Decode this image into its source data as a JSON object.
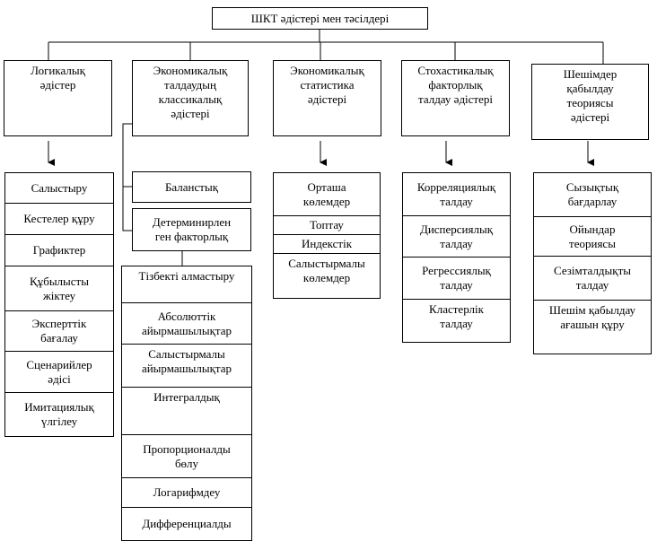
{
  "title": "ШКТ әдістері мен тәсілдері",
  "categories": {
    "logical": "Логикалық\nәдістер",
    "classical": "Экономикалық\nталдаудың\nклассикалық\nәдістері",
    "statistics": "Экономикалық\nстатистика\nәдістері",
    "stochastic": "Стохастикалық\nфакторлық\nталдау әдістері",
    "decision": "Шешімдер\nқабылдау\nтеориясы\nәдістері"
  },
  "logical_items": [
    "Салыстыру",
    "Кестелер құру",
    "Графиктер",
    "Құбылысты\nжіктеу",
    "Эксперттік\nбағалау",
    "Сценарийлер\nәдісі",
    "Имитациялық\nүлгілеу"
  ],
  "classical_sub": {
    "balance": "Баланстық",
    "deterministic": "Детерминирлен\nген факторлық"
  },
  "deterministic_items": [
    "Тізбекті алмастыру",
    "Абсолюттік\nайырмашылықтар",
    "Салыстырмалы\nайырмашылықтар",
    "Интегралдық",
    "Пропорционалды\nбөлу",
    "Логарифмдеу",
    "Дифференциалды"
  ],
  "statistics_items": [
    "Орташа\nкөлемдер",
    "Топтау",
    "Индекстік",
    "Салыстырмалы\nкөлемдер"
  ],
  "stochastic_items": [
    "Корреляциялық\nталдау",
    "Дисперсиялық\nталдау",
    "Регрессиялық\nталдау",
    "Кластерлік\nталдау"
  ],
  "decision_items": [
    "Сызықтық\nбағдарлау",
    "Ойындар\nтеориясы",
    "Сезімталдықты\nталдау",
    "Шешім қабылдау\nағашын құру"
  ]
}
